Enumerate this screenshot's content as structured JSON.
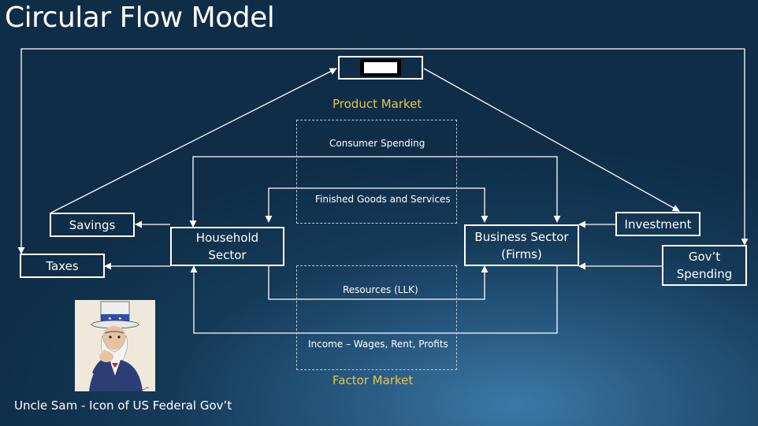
{
  "title": "Circular Flow Model",
  "markets": {
    "product": "Product Market",
    "factor": "Factor Market"
  },
  "boxes": {
    "household": [
      "Household",
      "Sector"
    ],
    "business": [
      "Business Sector",
      "(Firms)"
    ],
    "savings": "Savings",
    "taxes": "Taxes",
    "investment": "Investment",
    "govt": [
      "Gov’t",
      "Spending"
    ]
  },
  "flows": {
    "consumer_spending": "Consumer Spending",
    "finished_goods": "Finished Goods and Services",
    "resources": "Resources (LLK)",
    "income": "Income – Wages, Rent, Profits"
  },
  "caption": "Uncle Sam -  Icon of US Federal Gov’t",
  "colors": {
    "market_label": "#e9c54a",
    "background": "#153a58",
    "line": "#ffffff"
  }
}
